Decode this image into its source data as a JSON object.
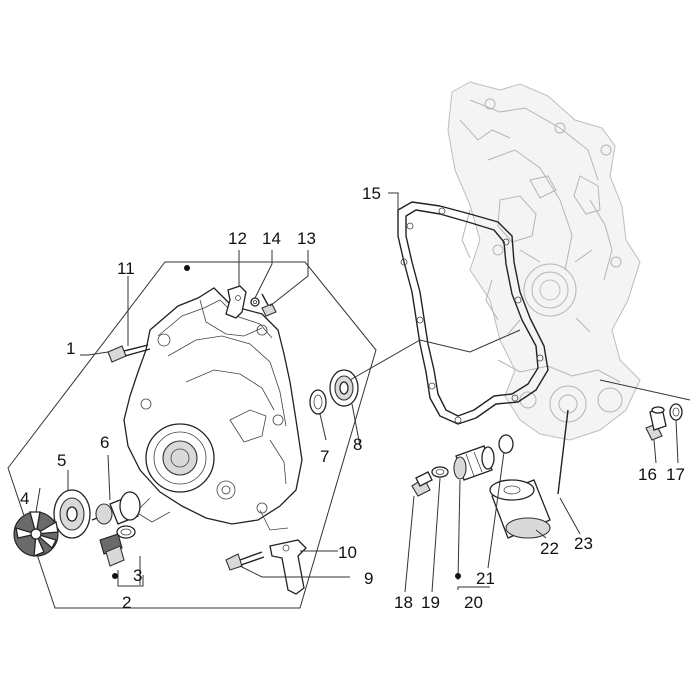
{
  "callouts": [
    {
      "id": "1",
      "text": "1"
    },
    {
      "id": "2",
      "text": "2"
    },
    {
      "id": "3",
      "text": "3"
    },
    {
      "id": "4",
      "text": "4"
    },
    {
      "id": "5",
      "text": "5"
    },
    {
      "id": "6",
      "text": "6"
    },
    {
      "id": "7",
      "text": "7"
    },
    {
      "id": "8",
      "text": "8"
    },
    {
      "id": "9",
      "text": "9"
    },
    {
      "id": "10",
      "text": "10"
    },
    {
      "id": "11",
      "text": "11"
    },
    {
      "id": "12",
      "text": "12"
    },
    {
      "id": "13",
      "text": "13"
    },
    {
      "id": "14",
      "text": "14"
    },
    {
      "id": "15",
      "text": "15"
    },
    {
      "id": "16",
      "text": "16"
    },
    {
      "id": "17",
      "text": "17"
    },
    {
      "id": "18",
      "text": "18"
    },
    {
      "id": "19",
      "text": "19"
    },
    {
      "id": "20",
      "text": "20"
    },
    {
      "id": "21",
      "text": "21"
    },
    {
      "id": "22",
      "text": "22"
    },
    {
      "id": "23",
      "text": "23"
    }
  ],
  "colors": {
    "line": "#222222",
    "ghost_engine": "#b5b5b5",
    "background": "#ffffff"
  }
}
